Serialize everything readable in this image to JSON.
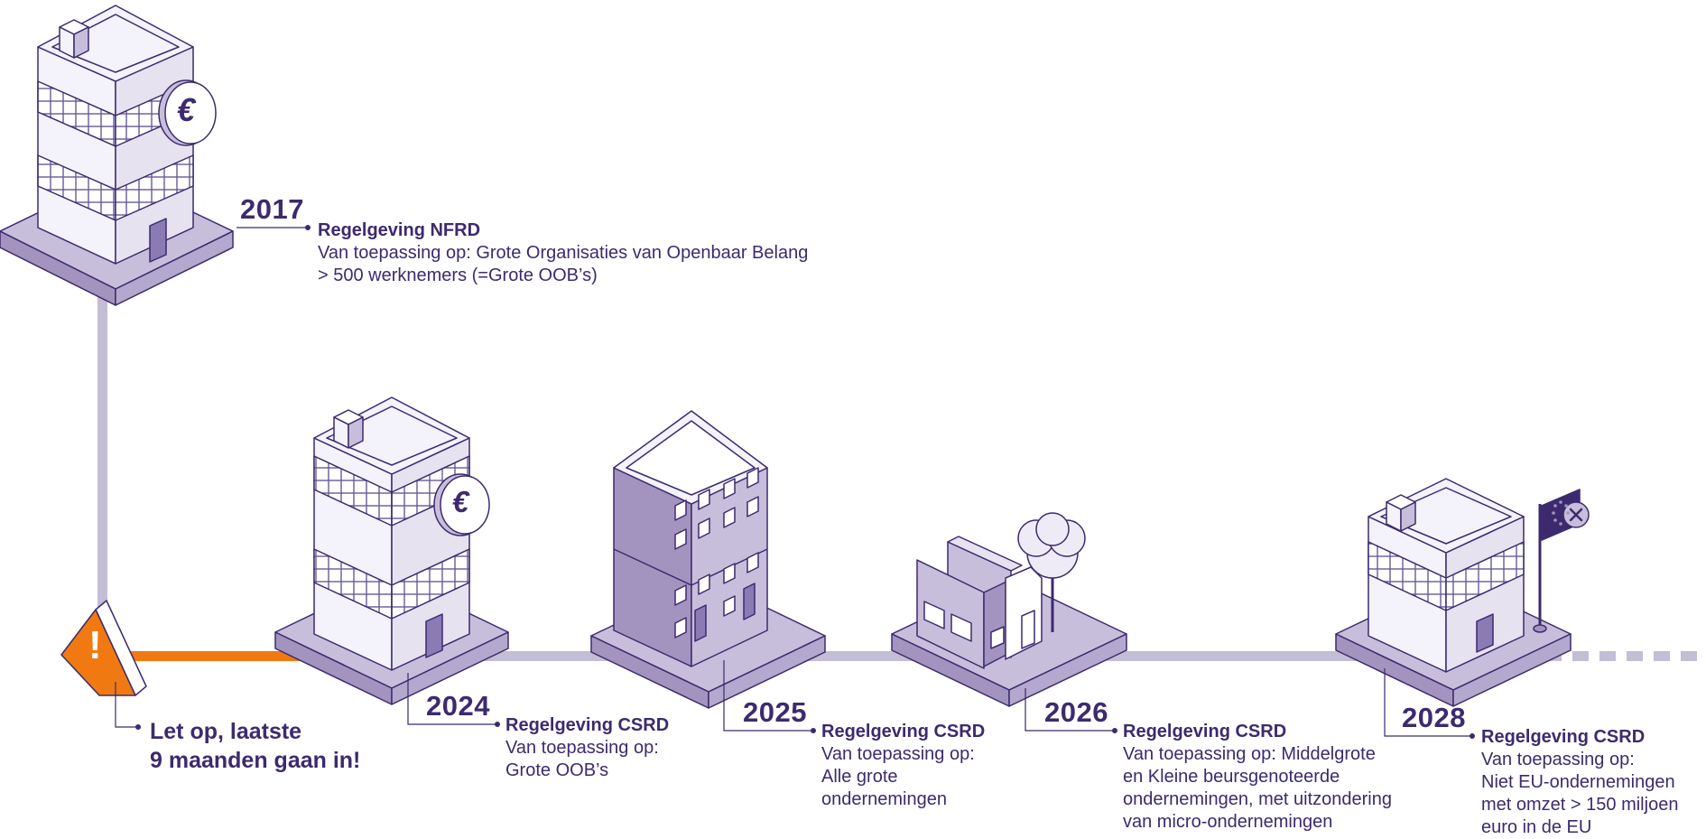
{
  "milestones": [
    {
      "year": "2017",
      "title": "Regelgeving NFRD",
      "lines": [
        "Van toepassing op: Grote Organisaties van Openbaar Belang",
        "> 500 werknemers (=Grote OOB’s)"
      ]
    },
    {
      "year": "2024",
      "title": "Regelgeving CSRD",
      "lines": [
        "Van toepassing op:",
        "Grote OOB’s"
      ]
    },
    {
      "year": "2025",
      "title": "Regelgeving CSRD",
      "lines": [
        "Van toepassing op:",
        "Alle grote",
        "ondernemingen"
      ]
    },
    {
      "year": "2026",
      "title": "Regelgeving CSRD",
      "lines": [
        "Van toepassing op: Middelgrote",
        "en Kleine beursgenoteerde",
        "ondernemingen, met uitzondering",
        "van micro-ondernemingen"
      ]
    },
    {
      "year": "2028",
      "title": "Regelgeving CSRD",
      "lines": [
        "Van toepassing op:",
        "Niet EU-ondernemingen",
        "met omzet > 150 miljoen",
        "euro in de EU"
      ]
    }
  ],
  "warning": {
    "lines": [
      "Let op, laatste",
      "9 maanden gaan in!"
    ]
  },
  "icons": {
    "euro_symbol": "€",
    "warning_symbol": "!"
  },
  "colors": {
    "dark_purple": "#3d2a6e",
    "mid_purple": "#a394bf",
    "light_purple": "#c7bedb",
    "pale_purple": "#eeebf6",
    "timeline": "#c4bdd6",
    "orange": "#f07a11"
  }
}
